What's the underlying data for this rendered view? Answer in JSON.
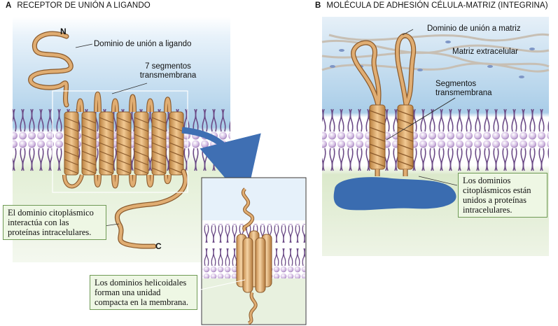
{
  "panel_a": {
    "letter": "A",
    "title": "RECEPTOR DE UNIÓN A LIGANDO",
    "n_terminus": "N",
    "c_terminus": "C",
    "ligand_domain_label": "Dominio de unión a ligando",
    "segments_label_line1": "7 segmentos",
    "segments_label_line2": "transmembrana",
    "cytoplasmic_note": "El dominio citoplásmico interactúa con las proteínas intracelulares.",
    "helical_note": "Los dominios helicoidales forman una unidad compacta en la membrana."
  },
  "panel_b": {
    "letter": "B",
    "title": "MOLÉCULA DE ADHESIÓN CÉLULA-MATRIZ (INTEGRINA)",
    "matrix_domain_label": "Dominio de unión a matriz",
    "extracellular_matrix_label": "Matriz extracelular",
    "segments_label_line1": "Segmentos",
    "segments_label_line2": "transmembrana",
    "cytoplasmic_note": "Los dominios citoplásmicos están unidos a proteínas intracelulares."
  },
  "colors": {
    "sky_top": "#bcd8ee",
    "cytoplasm_green": "#d8e8c4",
    "lipid_head": "#c9b4d8",
    "lipid_tail": "#6b4a86",
    "protein": "#e0ad72",
    "protein_outline": "#8a5a2c",
    "arrow_blue": "#4a78b8",
    "intracellular_blob": "#3a6cb0"
  }
}
